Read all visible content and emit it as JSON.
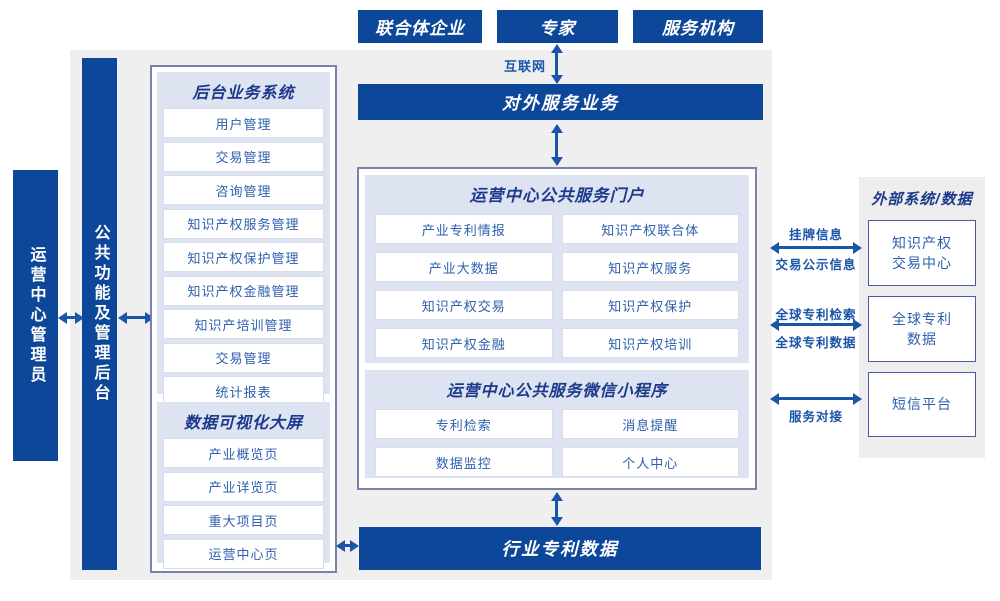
{
  "colors": {
    "primary_blue": "#0d479a",
    "arrow_blue": "#1a55a8",
    "title_navy": "#1c3a8c",
    "item_text_blue": "#2e5fae",
    "panel_lavender": "#dee3f1",
    "canvas_gray": "#efefef"
  },
  "top_actors": [
    "联合体企业",
    "专家",
    "服务机构"
  ],
  "internet_label": "互联网",
  "external_service_bar": "对外服务业务",
  "left": {
    "admin_box": "运营中心管理员",
    "backend_bar": "公共功能及管理后台"
  },
  "backend_system": {
    "title": "后台业务系统",
    "items": [
      "用户管理",
      "交易管理",
      "咨询管理",
      "知识产权服务管理",
      "知识产权保护管理",
      "知识产权金融管理",
      "知识产培训管理",
      "交易管理",
      "统计报表"
    ]
  },
  "data_screen": {
    "title": "数据可视化大屏",
    "items": [
      "产业概览页",
      "产业详览页",
      "重大项目页",
      "运营中心页"
    ]
  },
  "portal": {
    "title": "运营中心公共服务门户",
    "items": [
      "产业专利情报",
      "知识产权联合体",
      "产业大数据",
      "知识产权服务",
      "知识产权交易",
      "知识产权保护",
      "知识产权金融",
      "知识产权培训"
    ]
  },
  "miniprogram": {
    "title": "运营中心公共服务微信小程序",
    "items": [
      "专利检索",
      "消息提醒",
      "数据监控",
      "个人中心"
    ]
  },
  "industry_data_bar": "行业专利数据",
  "external": {
    "title": "外部系统/数据",
    "systems": [
      "知识产权\n交易中心",
      "全球专利\n数据",
      "短信平台"
    ],
    "links": [
      {
        "top": "挂牌信息",
        "bottom": "交易公示信息"
      },
      {
        "top": "全球专利检索",
        "bottom": "全球专利数据"
      },
      {
        "top": "",
        "bottom": "服务对接"
      }
    ]
  }
}
